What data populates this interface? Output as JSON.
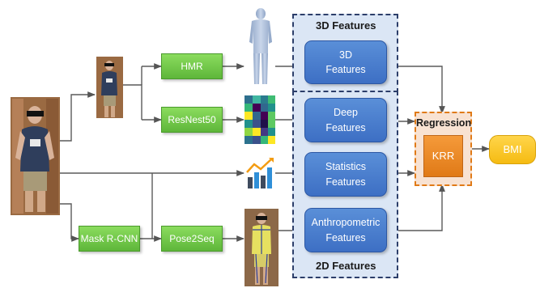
{
  "diagram": {
    "inputs": {
      "person_photo": "person-photo-icon",
      "mesh_icon": "3d-body-mesh-icon",
      "heatmap_icon": "feature-heatmap-icon",
      "stats_icon": "statistics-chart-icon",
      "pose_icon": "pose-skeleton-photo-icon"
    },
    "nodes": {
      "hmr": "HMR",
      "resnest": "ResNest50",
      "mask_rcnn": "Mask R-CNN",
      "pose2seq": "Pose2Seq"
    },
    "feature_groups": {
      "top_label": "3D Features",
      "bottom_label": "2D Features"
    },
    "features": {
      "f3d_line1": "3D",
      "f3d_line2": "Features",
      "deep_line1": "Deep",
      "deep_line2": "Features",
      "stats_line1": "Statistics",
      "stats_line2": "Features",
      "anthro_line1": "Anthropometric",
      "anthro_line2": "Features"
    },
    "regression": {
      "label": "Regression",
      "model": "KRR"
    },
    "output": "BMI"
  },
  "colors": {
    "green_node": "#6cc848",
    "blue_feature": "#4a7fd0",
    "dashed_panel": "#dbe6f5",
    "orange_regression": "#e88a2a",
    "yellow_output": "#f8c21f"
  }
}
